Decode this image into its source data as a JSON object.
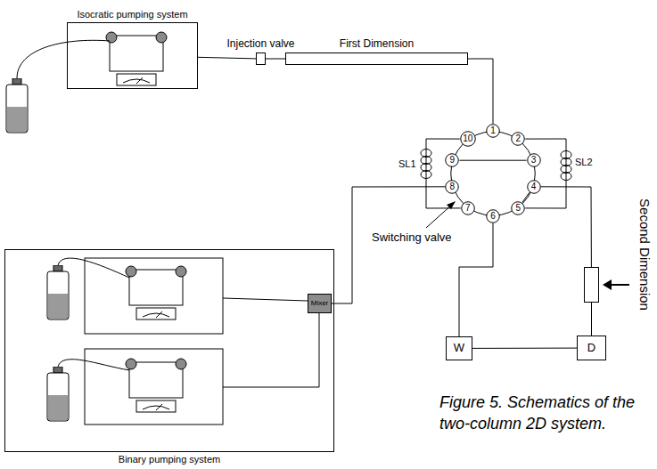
{
  "diagram": {
    "caption": "Figure 5. Schematics of the two-column 2D system.",
    "nodes": [
      {
        "text": [
          "Isocratic pumping system"
        ]
      },
      {
        "text": [
          "Injection valve"
        ]
      },
      {
        "text": [
          "First Dimension"
        ]
      },
      {
        "text": [
          "Switching valve"
        ]
      },
      {
        "text": [
          "1"
        ],
        "in": 3
      },
      {
        "text": [
          "2"
        ],
        "in": 3
      },
      {
        "text": [
          "3"
        ],
        "in": 3
      },
      {
        "text": [
          "4"
        ],
        "in": 3
      },
      {
        "text": [
          "5"
        ],
        "in": 3
      },
      {
        "text": [
          "6"
        ],
        "in": 3
      },
      {
        "text": [
          "7"
        ],
        "in": 3
      },
      {
        "text": [
          "8"
        ],
        "in": 3
      },
      {
        "text": [
          "9"
        ],
        "in": 3
      },
      {
        "text": [
          "10"
        ],
        "in": 3
      },
      {
        "text": [
          "Binary pumping system"
        ]
      },
      {
        "text": [
          "Mixer"
        ],
        "in": 14
      },
      {
        "text": [
          "W"
        ]
      },
      {
        "text": [
          "D"
        ]
      },
      {
        "text": [
          "Second Dimension"
        ]
      }
    ],
    "edges": [
      {
        "from": 0,
        "to": 1,
        "arrow": "none"
      },
      {
        "from": 1,
        "to": 2,
        "arrow": "none"
      },
      {
        "from": 2,
        "to": 4,
        "arrow": "none"
      },
      {
        "from": 13,
        "to": 10,
        "label": "SL1",
        "arrow": "none"
      },
      {
        "from": 5,
        "to": 8,
        "label": "SL2",
        "arrow": "none"
      },
      {
        "from": 7,
        "to": 18,
        "arrow": "none"
      },
      {
        "from": 9,
        "to": 16,
        "arrow": "none"
      },
      {
        "from": 18,
        "to": 17,
        "arrow": "none"
      },
      {
        "from": 17,
        "to": 16,
        "arrow": "none"
      },
      {
        "from": 15,
        "to": 11,
        "arrow": "none"
      },
      {
        "from": 12,
        "to": 6,
        "arrow": "none"
      },
      {
        "from": 7,
        "to": 8,
        "arrow": "none"
      }
    ]
  }
}
